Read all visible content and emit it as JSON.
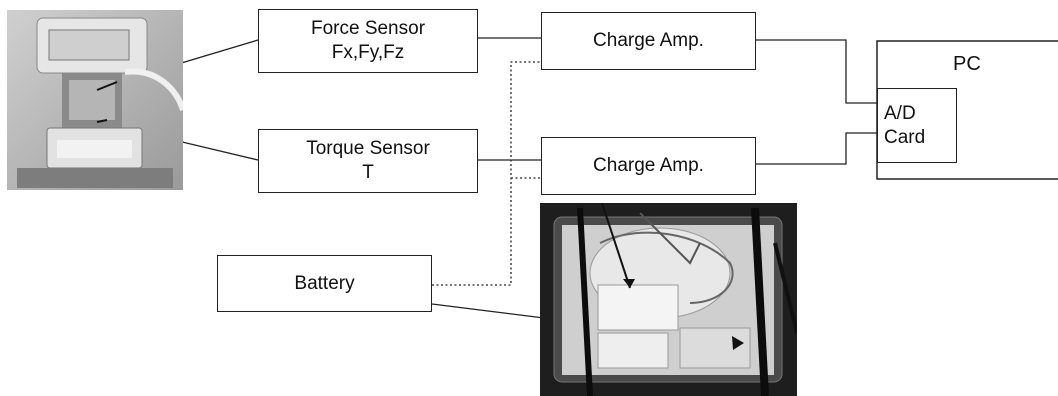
{
  "blocks": {
    "force_sensor": {
      "line1": "Force  Sensor",
      "line2": "Fx,Fy,Fz"
    },
    "torque_sensor": {
      "line1": "Torque  Sensor",
      "line2": "T"
    },
    "charge_amp_top": {
      "label": "Charge Amp."
    },
    "charge_amp_bottom": {
      "label": "Charge Amp."
    },
    "battery": {
      "label": "Battery"
    },
    "pc": {
      "label": "PC"
    },
    "ad_card": {
      "line1": "A/D",
      "line2": "Card"
    }
  },
  "colors": {
    "line": "#222222",
    "photo_sensor_bg": "#b8b8b8",
    "photo_enclosure_bg": "#1e1e1e"
  }
}
